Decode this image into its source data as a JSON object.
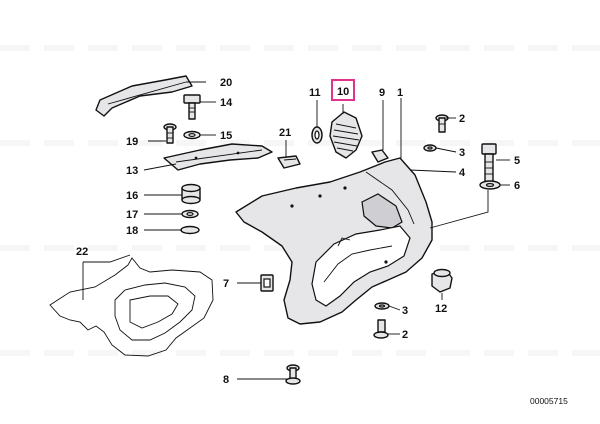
{
  "colors": {
    "highlight": "#e0338a",
    "line": "#111111",
    "part_fill": "#e6e6e8"
  },
  "callouts": {
    "c1": "1",
    "c2a": "2",
    "c2b": "2",
    "c3a": "3",
    "c3b": "3",
    "c4": "4",
    "c5": "5",
    "c6": "6",
    "c7": "7",
    "c8": "8",
    "c9": "9",
    "c10": "10",
    "c11": "11",
    "c12": "12",
    "c13": "13",
    "c14": "14",
    "c15": "15",
    "c16": "16",
    "c17": "17",
    "c18": "18",
    "c19": "19",
    "c20": "20",
    "c21": "21",
    "c22": "22"
  },
  "highlighted_callout": "10",
  "reference_number": "00005715"
}
